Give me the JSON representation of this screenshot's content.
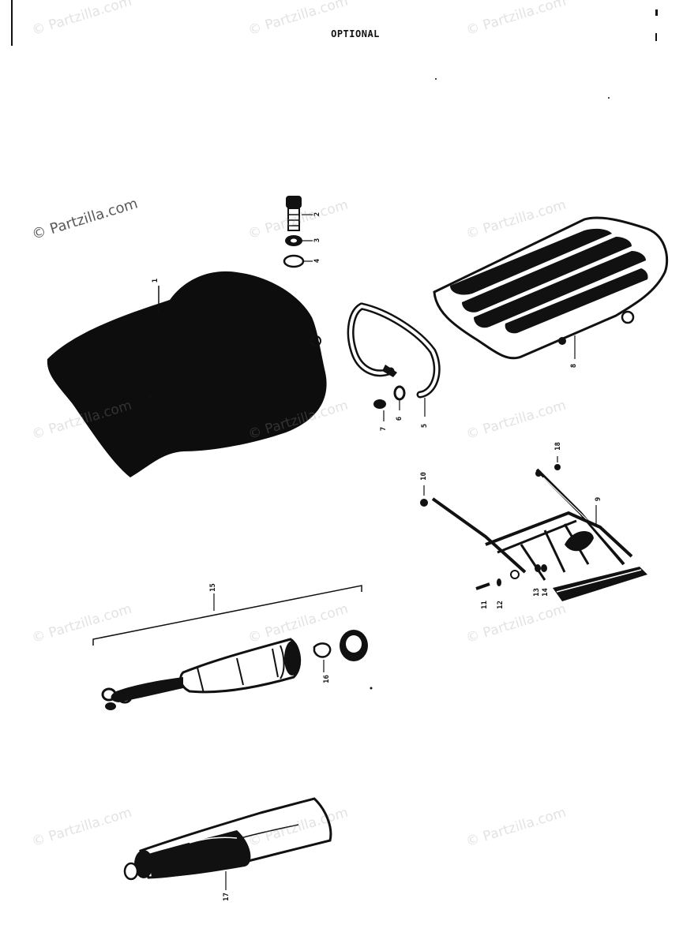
{
  "title": "OPTIONAL",
  "watermark": "© Partzilla.com",
  "callouts": {
    "c1": "1",
    "c2": "2",
    "c3": "3",
    "c4": "4",
    "c5": "5",
    "c6": "6",
    "c7": "7",
    "c8": "8",
    "c9": "9",
    "c10": "10",
    "c11": "11",
    "c12": "12",
    "c13": "13",
    "c14": "14",
    "c15": "15",
    "c16": "16",
    "c17": "17",
    "c18": "18"
  },
  "colors": {
    "ink": "#111111",
    "watermark": "#969696"
  }
}
